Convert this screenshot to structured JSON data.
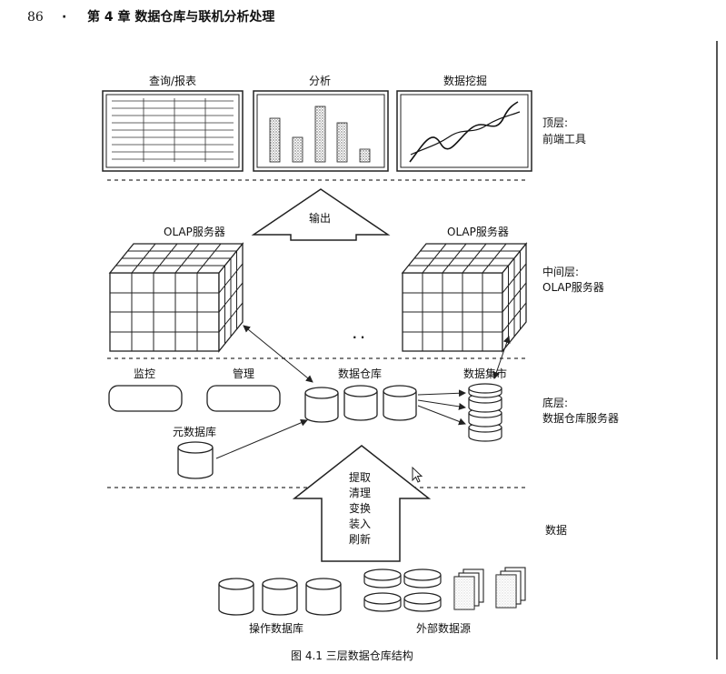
{
  "header": {
    "page_number": "86",
    "bullet": "·",
    "chapter_title": "第 4 章   数据仓库与联机分析处理"
  },
  "top_tier": {
    "panel_labels": [
      "查询/报表",
      "分析",
      "数据挖掘"
    ],
    "layer_label_line1": "顶层:",
    "layer_label_line2": "前端工具",
    "output_arrow_label": "输出"
  },
  "middle_tier": {
    "server_left_label": "OLAP服务器",
    "server_right_label": "OLAP服务器",
    "dots": "· ·",
    "layer_label_line1": "中间层:",
    "layer_label_line2": "OLAP服务器"
  },
  "bottom_tier": {
    "monitor_label": "监控",
    "manage_label": "管理",
    "warehouse_label": "数据仓库",
    "mart_label": "数据集市",
    "metadata_label": "元数据库",
    "layer_label_line1": "底层:",
    "layer_label_line2": "数据仓库服务器"
  },
  "data_tier": {
    "etl_steps": [
      "提取",
      "清理",
      "变换",
      "装入",
      "刷新"
    ],
    "layer_label": "数据",
    "operational_db_label": "操作数据库",
    "external_source_label": "外部数据源"
  },
  "figure_caption": "图 4.1    三层数据仓库结构"
}
